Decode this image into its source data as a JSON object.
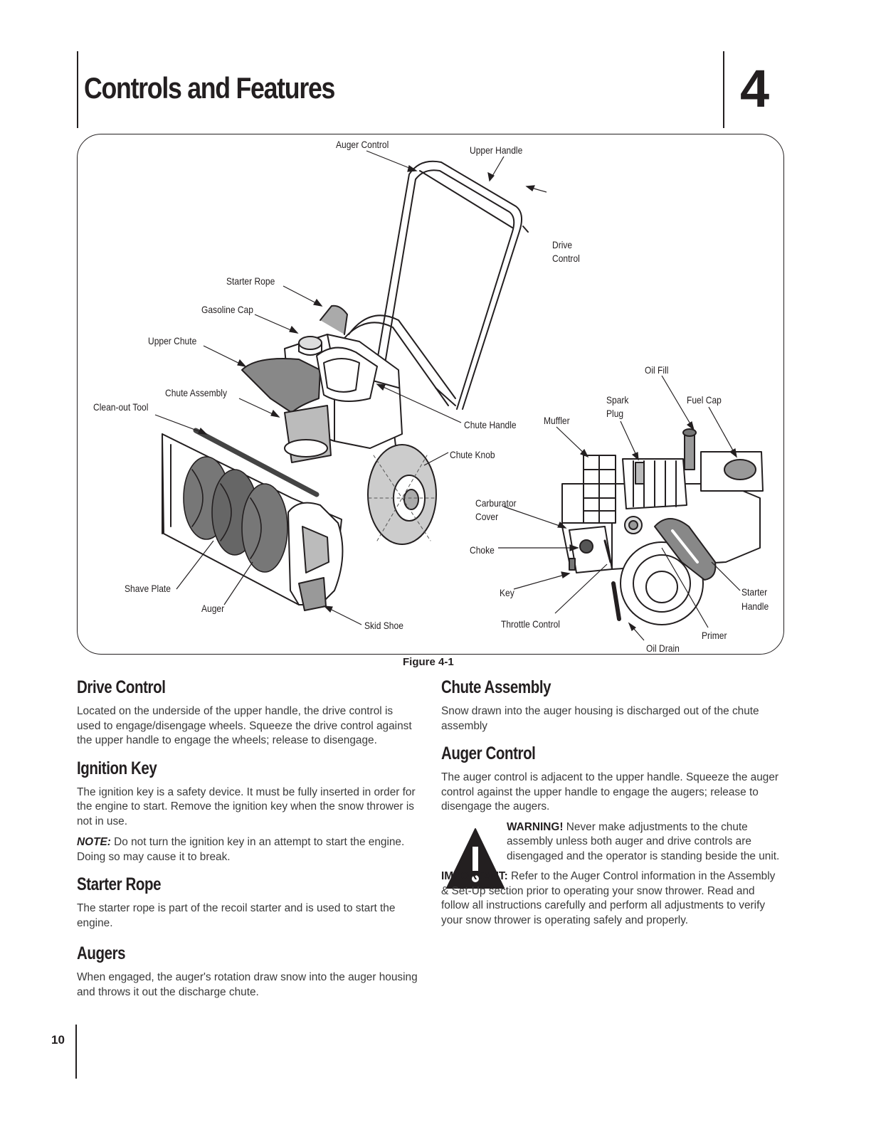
{
  "header": {
    "chapter_title": "Controls and Features",
    "chapter_number": "4"
  },
  "figure": {
    "caption": "Figure 4-1",
    "callouts": {
      "auger_control": "Auger Control",
      "upper_handle": "Upper Handle",
      "drive_control_1": "Drive",
      "drive_control_2": "Control",
      "starter_rope": "Starter Rope",
      "gasoline_cap": "Gasoline Cap",
      "upper_chute": "Upper Chute",
      "chute_assembly": "Chute Assembly",
      "clean_out_tool": "Clean-out Tool",
      "chute_handle": "Chute Handle",
      "chute_knob": "Chute Knob",
      "shave_plate": "Shave Plate",
      "auger": "Auger",
      "skid_shoe": "Skid Shoe",
      "oil_fill": "Oil Fill",
      "spark_plug_1": "Spark",
      "spark_plug_2": "Plug",
      "fuel_cap": "Fuel Cap",
      "muffler": "Muffler",
      "carburator_cover_1": "Carburator",
      "carburator_cover_2": "Cover",
      "choke": "Choke",
      "key": "Key",
      "throttle_control": "Throttle Control",
      "starter_handle_1": "Starter",
      "starter_handle_2": "Handle",
      "primer": "Primer",
      "oil_drain": "Oil Drain"
    }
  },
  "sections": {
    "drive_control": {
      "heading": "Drive Control",
      "body": "Located on the underside of the upper handle, the drive control is used to engage/disengage wheels. Squeeze the drive control against the upper handle to engage the wheels; release to disengage."
    },
    "ignition_key": {
      "heading": "Ignition Key",
      "body": "The ignition key is a safety device. It must be fully inserted in order for the engine to start. Remove the ignition key when the snow thrower is not in use.",
      "note_label": "NOTE:",
      "note_body": " Do not turn the ignition key in an attempt to start the engine. Doing so may cause it to break."
    },
    "starter_rope": {
      "heading": "Starter Rope",
      "body": "The starter rope is part of the recoil starter and is used to start the engine."
    },
    "augers": {
      "heading": "Augers",
      "body": "When engaged, the auger's rotation draw snow into the auger housing and throws it out the discharge chute."
    },
    "chute_assembly": {
      "heading": "Chute Assembly",
      "body": "Snow drawn into the auger housing is discharged out of the chute assembly"
    },
    "auger_control": {
      "heading": "Auger Control",
      "body": "The auger control is adjacent to the upper handle. Squeeze the auger control against the upper handle to engage the augers; release to disengage the augers."
    },
    "warning": {
      "label": "WARNING!",
      "body": " Never make adjustments to the chute assembly unless both auger and drive controls are disengaged and the operator is standing beside the unit."
    },
    "important": {
      "label": "IMPORTANT:",
      "body": " Refer to the Auger Control information in the Assembly & Set-Up section prior to operating your snow thrower. Read and follow all instructions carefully and perform all adjustments to verify your snow thrower is operating safely and properly."
    }
  },
  "footer": {
    "page_number": "10"
  }
}
